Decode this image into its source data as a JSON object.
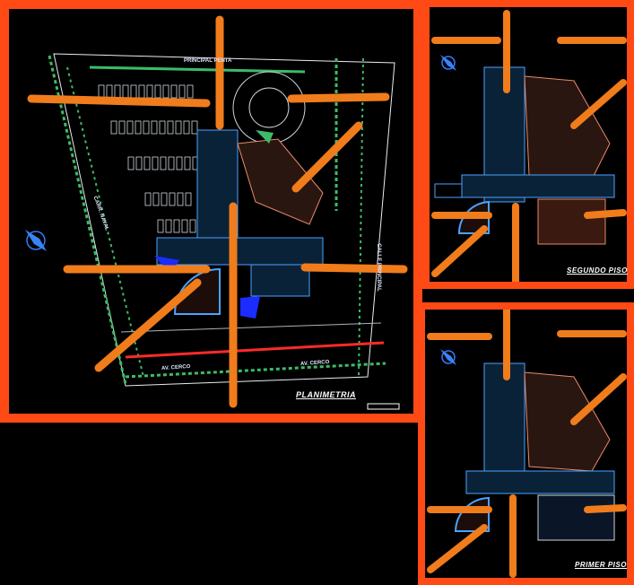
{
  "colors": {
    "frame": "#ff4a16",
    "guide": "#f07c1c",
    "vegetation": "#3dbb67",
    "parking": "#cfd6dc",
    "rooms": "#e88a6b",
    "walls": "#4aa3ff",
    "pool": "#1a2cff",
    "road": "#ff2a2a"
  },
  "panels": {
    "site_plan": {
      "title": "PLANIMETRIA",
      "streets": {
        "top": "PRINCIPAL PENTA",
        "left": "CARR. NAVAL",
        "right": "CALLE PRINCIPAL",
        "bottom_left": "AV. CERCO",
        "bottom_right": "AV. CERCO"
      }
    },
    "second_floor": {
      "title": "SEGUNDO PISO"
    },
    "first_floor": {
      "title": "PRIMER PISO"
    }
  },
  "icons": [
    "north-arrow-icon",
    "north-arrow-icon",
    "north-arrow-icon"
  ]
}
